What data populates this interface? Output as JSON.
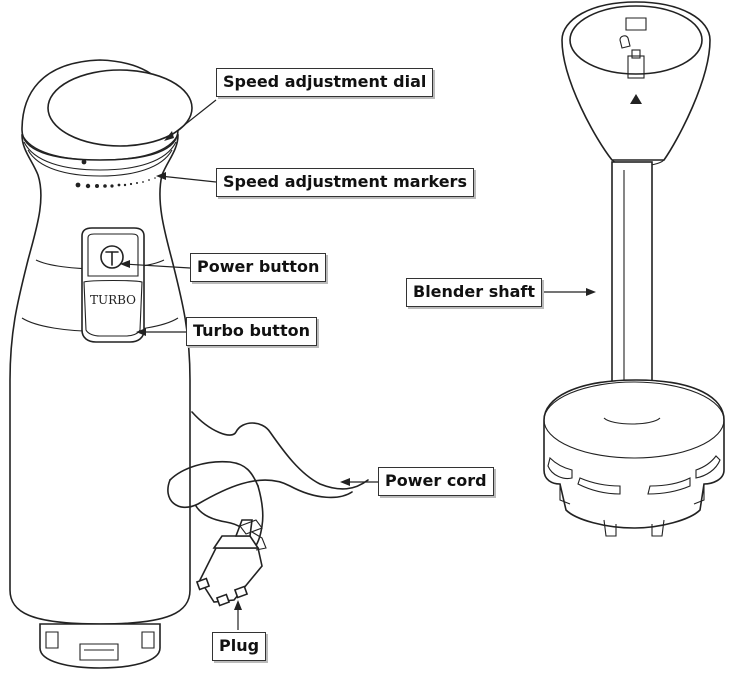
{
  "labels": {
    "speed_dial": "Speed adjustment dial",
    "speed_markers": "Speed adjustment markers",
    "power_button": "Power button",
    "turbo_button": "Turbo button",
    "blender_shaft": "Blender shaft",
    "power_cord": "Power cord",
    "plug": "Plug"
  },
  "device_text": {
    "turbo": "TURBO"
  },
  "colors": {
    "outline": "#222222",
    "label_border": "#333333",
    "background": "#ffffff"
  }
}
